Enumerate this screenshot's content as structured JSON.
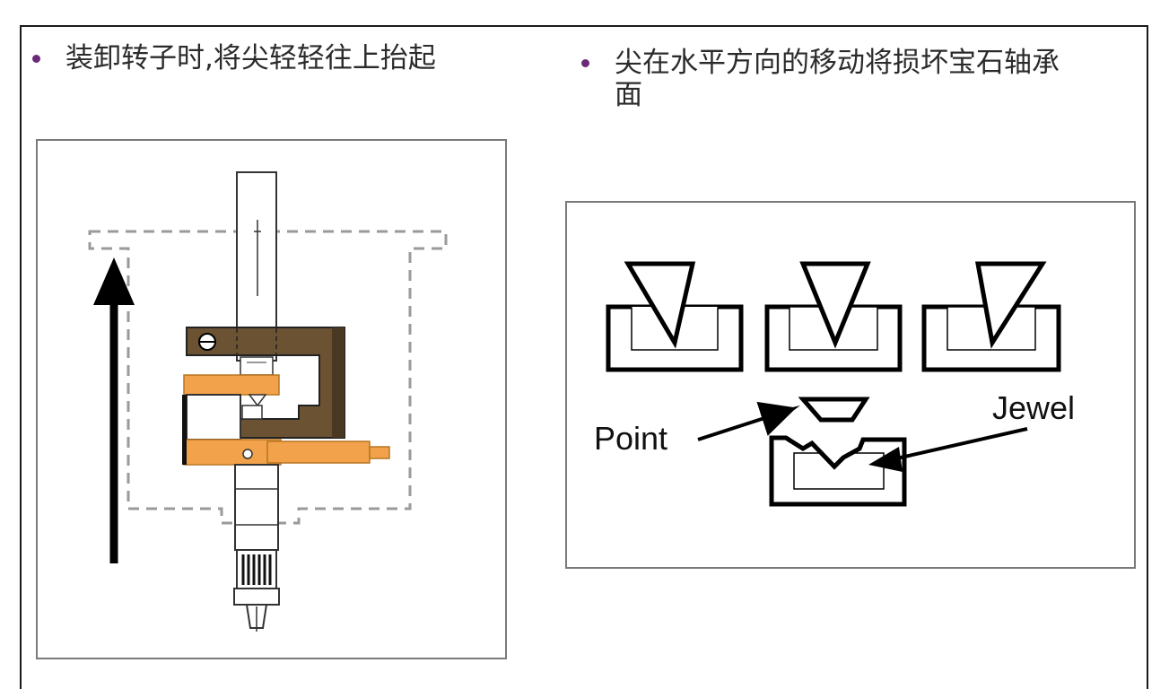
{
  "bullets": [
    {
      "text": "装卸转子时,将尖轻轻往上抬起"
    },
    {
      "text": "尖在水平方向的移动将损坏宝石轴承面"
    }
  ],
  "diagram": {
    "point_label": "Point",
    "jewel_label": "Jewel"
  },
  "colors": {
    "bullet": "#6a2a7a",
    "bracket_brown": "#6b5233",
    "rotor_orange": "#f2a24a",
    "outline": "#111111",
    "dashed": "#9a9a9a"
  }
}
